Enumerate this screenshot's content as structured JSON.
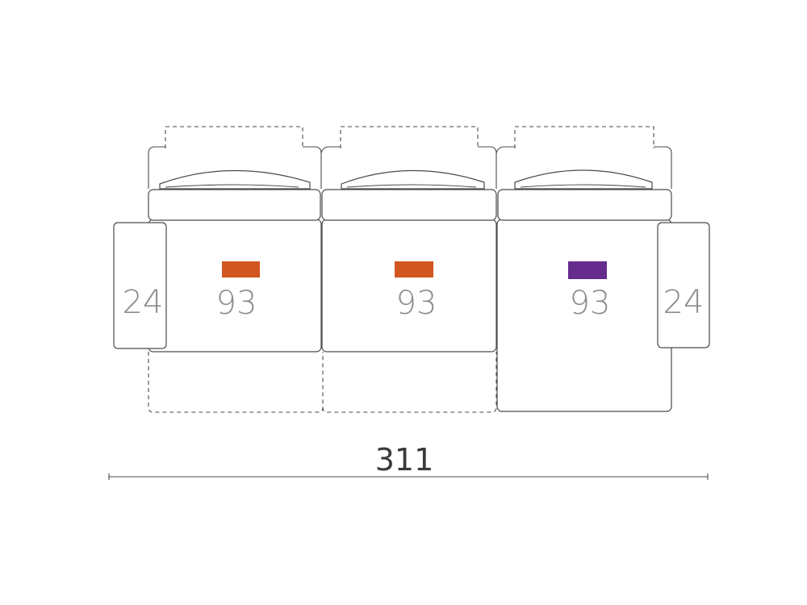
{
  "seats": [
    {
      "label": "93",
      "marker_color": "#d2561f"
    },
    {
      "label": "93",
      "marker_color": "#d2561f"
    },
    {
      "label": "93",
      "marker_color": "#652b8d"
    }
  ],
  "armrests": {
    "left_label": "24",
    "right_label": "24"
  },
  "total_width": "311"
}
